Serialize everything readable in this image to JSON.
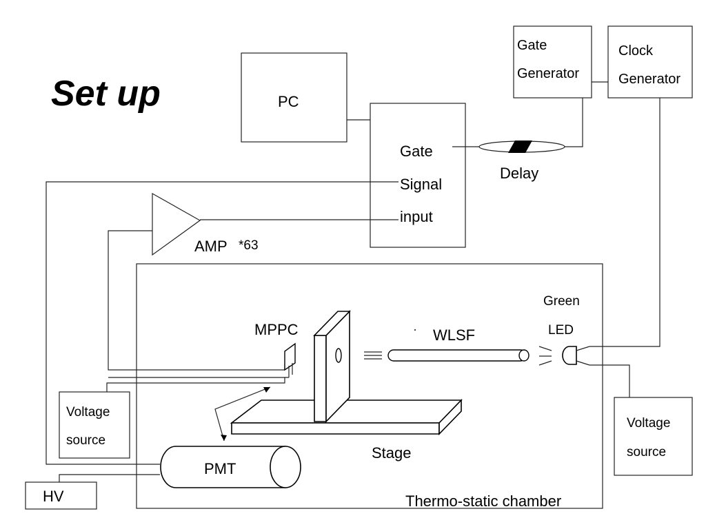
{
  "title": "Set up",
  "nodes": {
    "pc": "PC",
    "gate_generator": [
      "Gate",
      "Generator"
    ],
    "clock_generator": [
      "Clock",
      "Generator"
    ],
    "adc_box": [
      "Gate",
      "Signal",
      "input"
    ],
    "delay": "Delay",
    "amp": "AMP",
    "amp_gain": "*63",
    "chamber": "Thermo-static chamber",
    "mppc": "MPPC",
    "wlsf": "WLSF",
    "green_led": [
      "Green",
      "LED"
    ],
    "stage": "Stage",
    "pmt": "PMT",
    "hv": "HV",
    "voltage_source_left": [
      "Voltage",
      "source"
    ],
    "voltage_source_right": [
      "Voltage",
      "source"
    ]
  }
}
